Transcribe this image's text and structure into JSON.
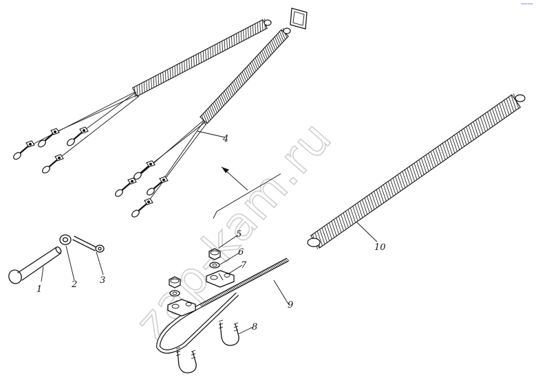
{
  "watermark": "zap-kam.ru",
  "corner_mark": "——",
  "callouts": [
    {
      "id": "1",
      "label": "1"
    },
    {
      "id": "2",
      "label": "2"
    },
    {
      "id": "3",
      "label": "3"
    },
    {
      "id": "4",
      "label": "4"
    },
    {
      "id": "5",
      "label": "5"
    },
    {
      "id": "6",
      "label": "6"
    },
    {
      "id": "7",
      "label": "7"
    },
    {
      "id": "8",
      "label": "8"
    },
    {
      "id": "9",
      "label": "9"
    },
    {
      "id": "10",
      "label": "10"
    }
  ],
  "colors": {
    "ink": "#111111",
    "watermark": "#cfcfcf",
    "background": "#ffffff"
  }
}
